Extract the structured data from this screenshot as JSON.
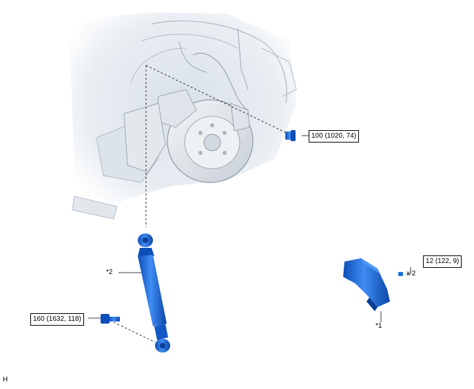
{
  "callouts": {
    "strut_bolt": "100 (1020, 74)",
    "lower_bolt": "160 (1632, 118)",
    "bracket_bolt": "12 (122, 9)"
  },
  "labels": {
    "shock_absorber": "*2",
    "bracket": "*1",
    "bracket_qty": "x 2",
    "corner_mark": "H"
  },
  "colors": {
    "part_blue": "#1f6fe0",
    "background_gray": "#e6ebf0"
  }
}
